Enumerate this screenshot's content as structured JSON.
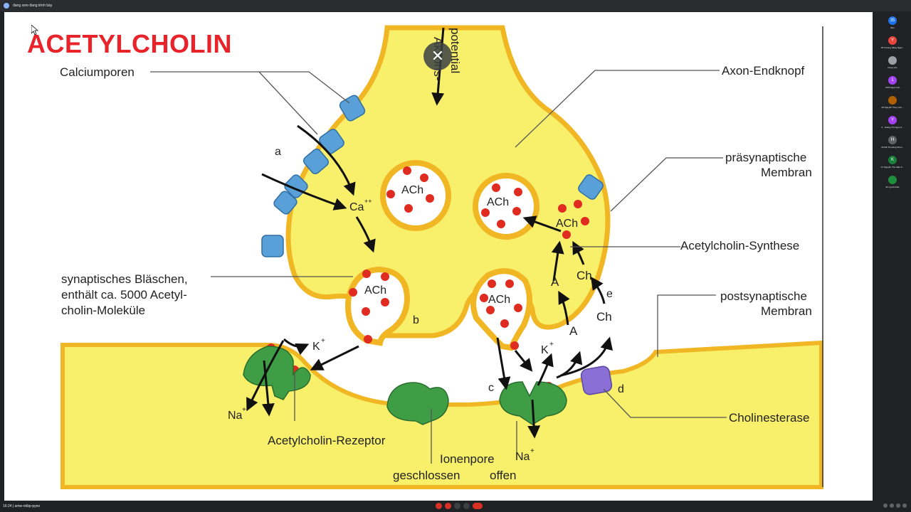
{
  "window": {
    "title": "đang xem đang trình bày"
  },
  "slide": {
    "title": "ACETYLCHOLIN",
    "labels": {
      "calciumporen": "Calciumporen",
      "aktions_1": "Aktions-",
      "aktions_2": "potential",
      "axon": "Axon-Endknopf",
      "praesyn_1": "präsynaptische",
      "praesyn_2": "Membran",
      "synthese": "Acetylcholin-Synthese",
      "postsyn_1": "postsynaptische",
      "postsyn_2": "Membran",
      "blaeschen_1": "synaptisches Bläschen,",
      "blaeschen_2": "enthält ca. 5000 Acetyl-",
      "blaeschen_3": "cholin-Moleküle",
      "rezeptor": "Acetylcholin-Rezeptor",
      "ionenpore": "Ionenpore",
      "geschlossen": "geschlossen",
      "offen": "offen",
      "cholinesterase": "Cholinesterase",
      "ach": "ACh",
      "ca": "Ca",
      "ca_sup": "++",
      "k": "K",
      "na": "Na",
      "plus": "+",
      "a_mol": "A",
      "ch_mol": "Ch",
      "letter_a": "a",
      "letter_b": "b",
      "letter_c": "c",
      "letter_d": "d",
      "letter_e": "e"
    }
  },
  "overlay": {
    "close_glyph": "✕"
  },
  "participants": [
    {
      "initial": "35",
      "name": "Bạn",
      "color": "#1a73e8"
    },
    {
      "initial": "Y",
      "name": "30 Trương Hồng Ngọc...",
      "color": "#e8453c"
    },
    {
      "initial": "",
      "name": "thong van",
      "color": "#9aa0a6"
    },
    {
      "initial": "1",
      "name": "7/6/5 Ngọc Anh",
      "color": "#a142f4"
    },
    {
      "initial": "",
      "name": "20 Nguyễn Thùy Linh...",
      "color": "#b06000"
    },
    {
      "initial": "Y",
      "name": "3 - Hoàng Thị Ngọc A...",
      "color": "#a142f4"
    },
    {
      "initial": "H",
      "name": "29 Mã Thị Hồng Nhun...",
      "color": "#5f6368"
    },
    {
      "initial": "K",
      "name": "37 Nguyễn Thu Kiều K...",
      "color": "#188038"
    },
    {
      "initial": "",
      "name": "32 người khác",
      "color": "#1e8e3e"
    }
  ],
  "bottombar": {
    "info": "16:24 | amw-nkbp-pyeo"
  },
  "colors": {
    "title_red": "#e8232a",
    "cytoplasm": "#f8ef6a",
    "membrane": "#f0b623",
    "ach_dot": "#e02b20",
    "pore_blue": "#5aa0d8",
    "receptor_green": "#3f9e45",
    "enzyme_purple": "#8a6fd6"
  }
}
